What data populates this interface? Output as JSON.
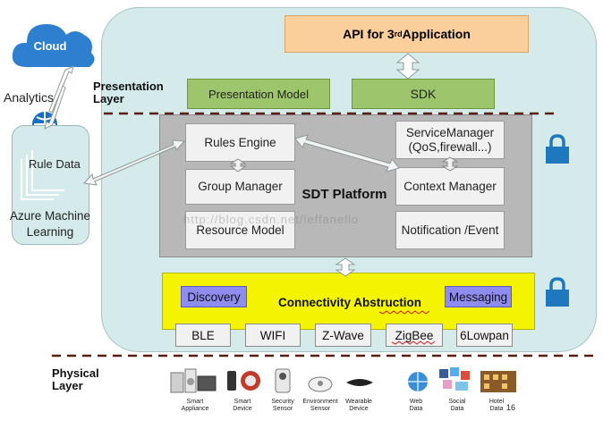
{
  "cloud": {
    "label": "Cloud"
  },
  "analytics": {
    "label": "Analytics"
  },
  "azure": {
    "rule_data": "Rule Data",
    "label": "Azure Machine Learning"
  },
  "api": {
    "prefix": "API for 3",
    "superscript": "rd",
    "suffix": " Application"
  },
  "presentation_layer": {
    "label": "Presentation Layer",
    "model": "Presentation Model",
    "sdk": "SDK"
  },
  "sdt_platform": {
    "label": "SDT Platform",
    "rules_engine": "Rules Engine",
    "group_manager": "Group Manager",
    "resource_model": "Resource Model",
    "service_manager": "ServiceManager (QoS,firewall...)",
    "context_manager": "Context Manager",
    "notification": "Notification /Event"
  },
  "connectivity": {
    "label": "Connectivity Abstruction",
    "discovery": "Discovery",
    "messaging": "Messaging"
  },
  "protocols": [
    "BLE",
    "WIFI",
    "Z-Wave",
    "ZigBee",
    "6Lowpan"
  ],
  "physical_layer": {
    "label": "Physical Layer",
    "devices": [
      "Smart Appliance",
      "Smart Device",
      "Security Sensor",
      "Environment Sensor",
      "Wearable Device",
      "Web Data",
      "Social Data",
      "Hotel Data"
    ]
  },
  "watermark": "http://blog.csdn.net/leffanello",
  "page_number": "16",
  "colors": {
    "panel": "#d5eaea",
    "api": "#fbcf9c",
    "green": "#9cc56c",
    "platform": "#b8b8b8",
    "connectivity": "#f4f400",
    "purple": "#8f8cf0",
    "lock": "#1f77bd",
    "cloud": "#2f7fd0",
    "dashed_line": "#5a1e10"
  }
}
